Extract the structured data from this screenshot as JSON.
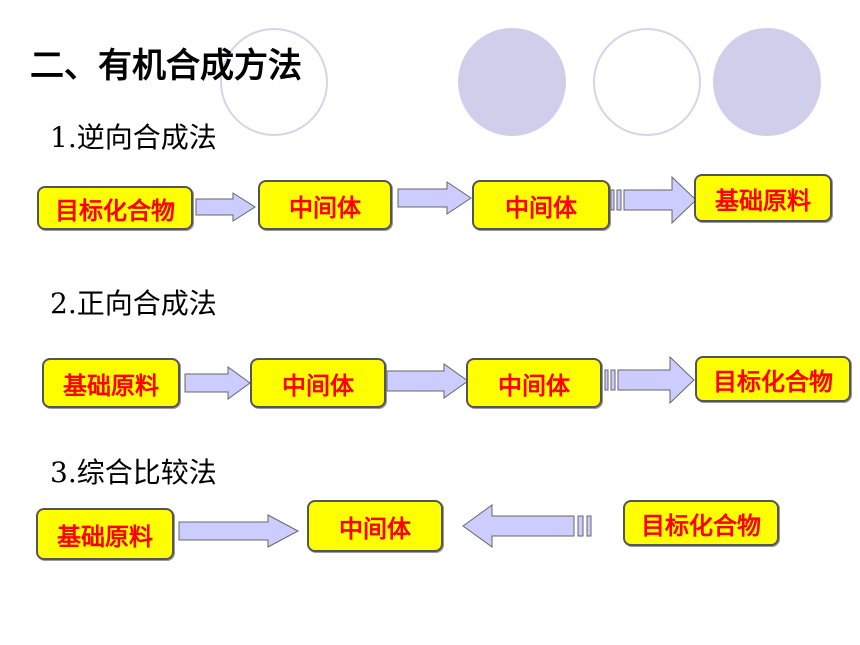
{
  "title": "二、有机合成方法",
  "sections": [
    {
      "label": "1.逆向合成法",
      "boxes": [
        "目标化合物",
        "中间体",
        "中间体",
        "基础原料"
      ]
    },
    {
      "label": "2.正向合成法",
      "boxes": [
        "基础原料",
        "中间体",
        "中间体",
        "目标化合物"
      ]
    },
    {
      "label": "3.综合比较法",
      "boxes": [
        "基础原料",
        "中间体",
        "目标化合物"
      ]
    }
  ],
  "colors": {
    "box_fill": "#ffff00",
    "box_text": "#ff0000",
    "arrow_fill": "#ccccff",
    "deco_circle": "#ccccee"
  }
}
